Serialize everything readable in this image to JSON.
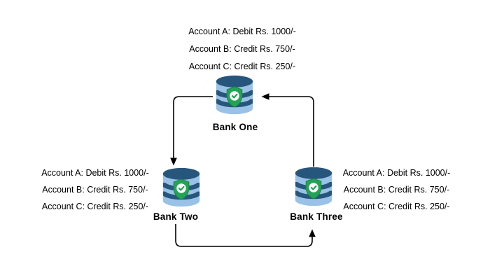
{
  "diagram": {
    "nodes": [
      {
        "label": "Bank One",
        "accounts": [
          "Account A: Debit Rs. 1000/-",
          "Account B: Credit Rs. 750/-",
          "Account C: Credit Rs. 250/-"
        ]
      },
      {
        "label": "Bank Two",
        "accounts": [
          "Account A: Debit Rs. 1000/-",
          "Account B: Credit Rs. 750/-",
          "Account C: Credit Rs. 250/-"
        ]
      },
      {
        "label": "Bank Three",
        "accounts": [
          "Account A: Debit Rs. 1000/-",
          "Account B: Credit Rs. 750/-",
          "Account C: Credit Rs. 250/-"
        ]
      }
    ],
    "connections": [
      {
        "from": "Bank One",
        "to": "Bank Two"
      },
      {
        "from": "Bank Two",
        "to": "Bank Three"
      },
      {
        "from": "Bank Three",
        "to": "Bank One"
      }
    ],
    "icons": {
      "node_icon": "database-icon",
      "badge_icon": "shield-check-icon"
    },
    "colors": {
      "background": "#ffffff",
      "db_dark": "#27567d",
      "db_light": "#9ac2e6",
      "shield_green": "#23a455",
      "shield_stroke": "#1d8a46",
      "shield_check_bg": "#ffffff",
      "arrow": "#000000",
      "text": "#000000"
    }
  }
}
